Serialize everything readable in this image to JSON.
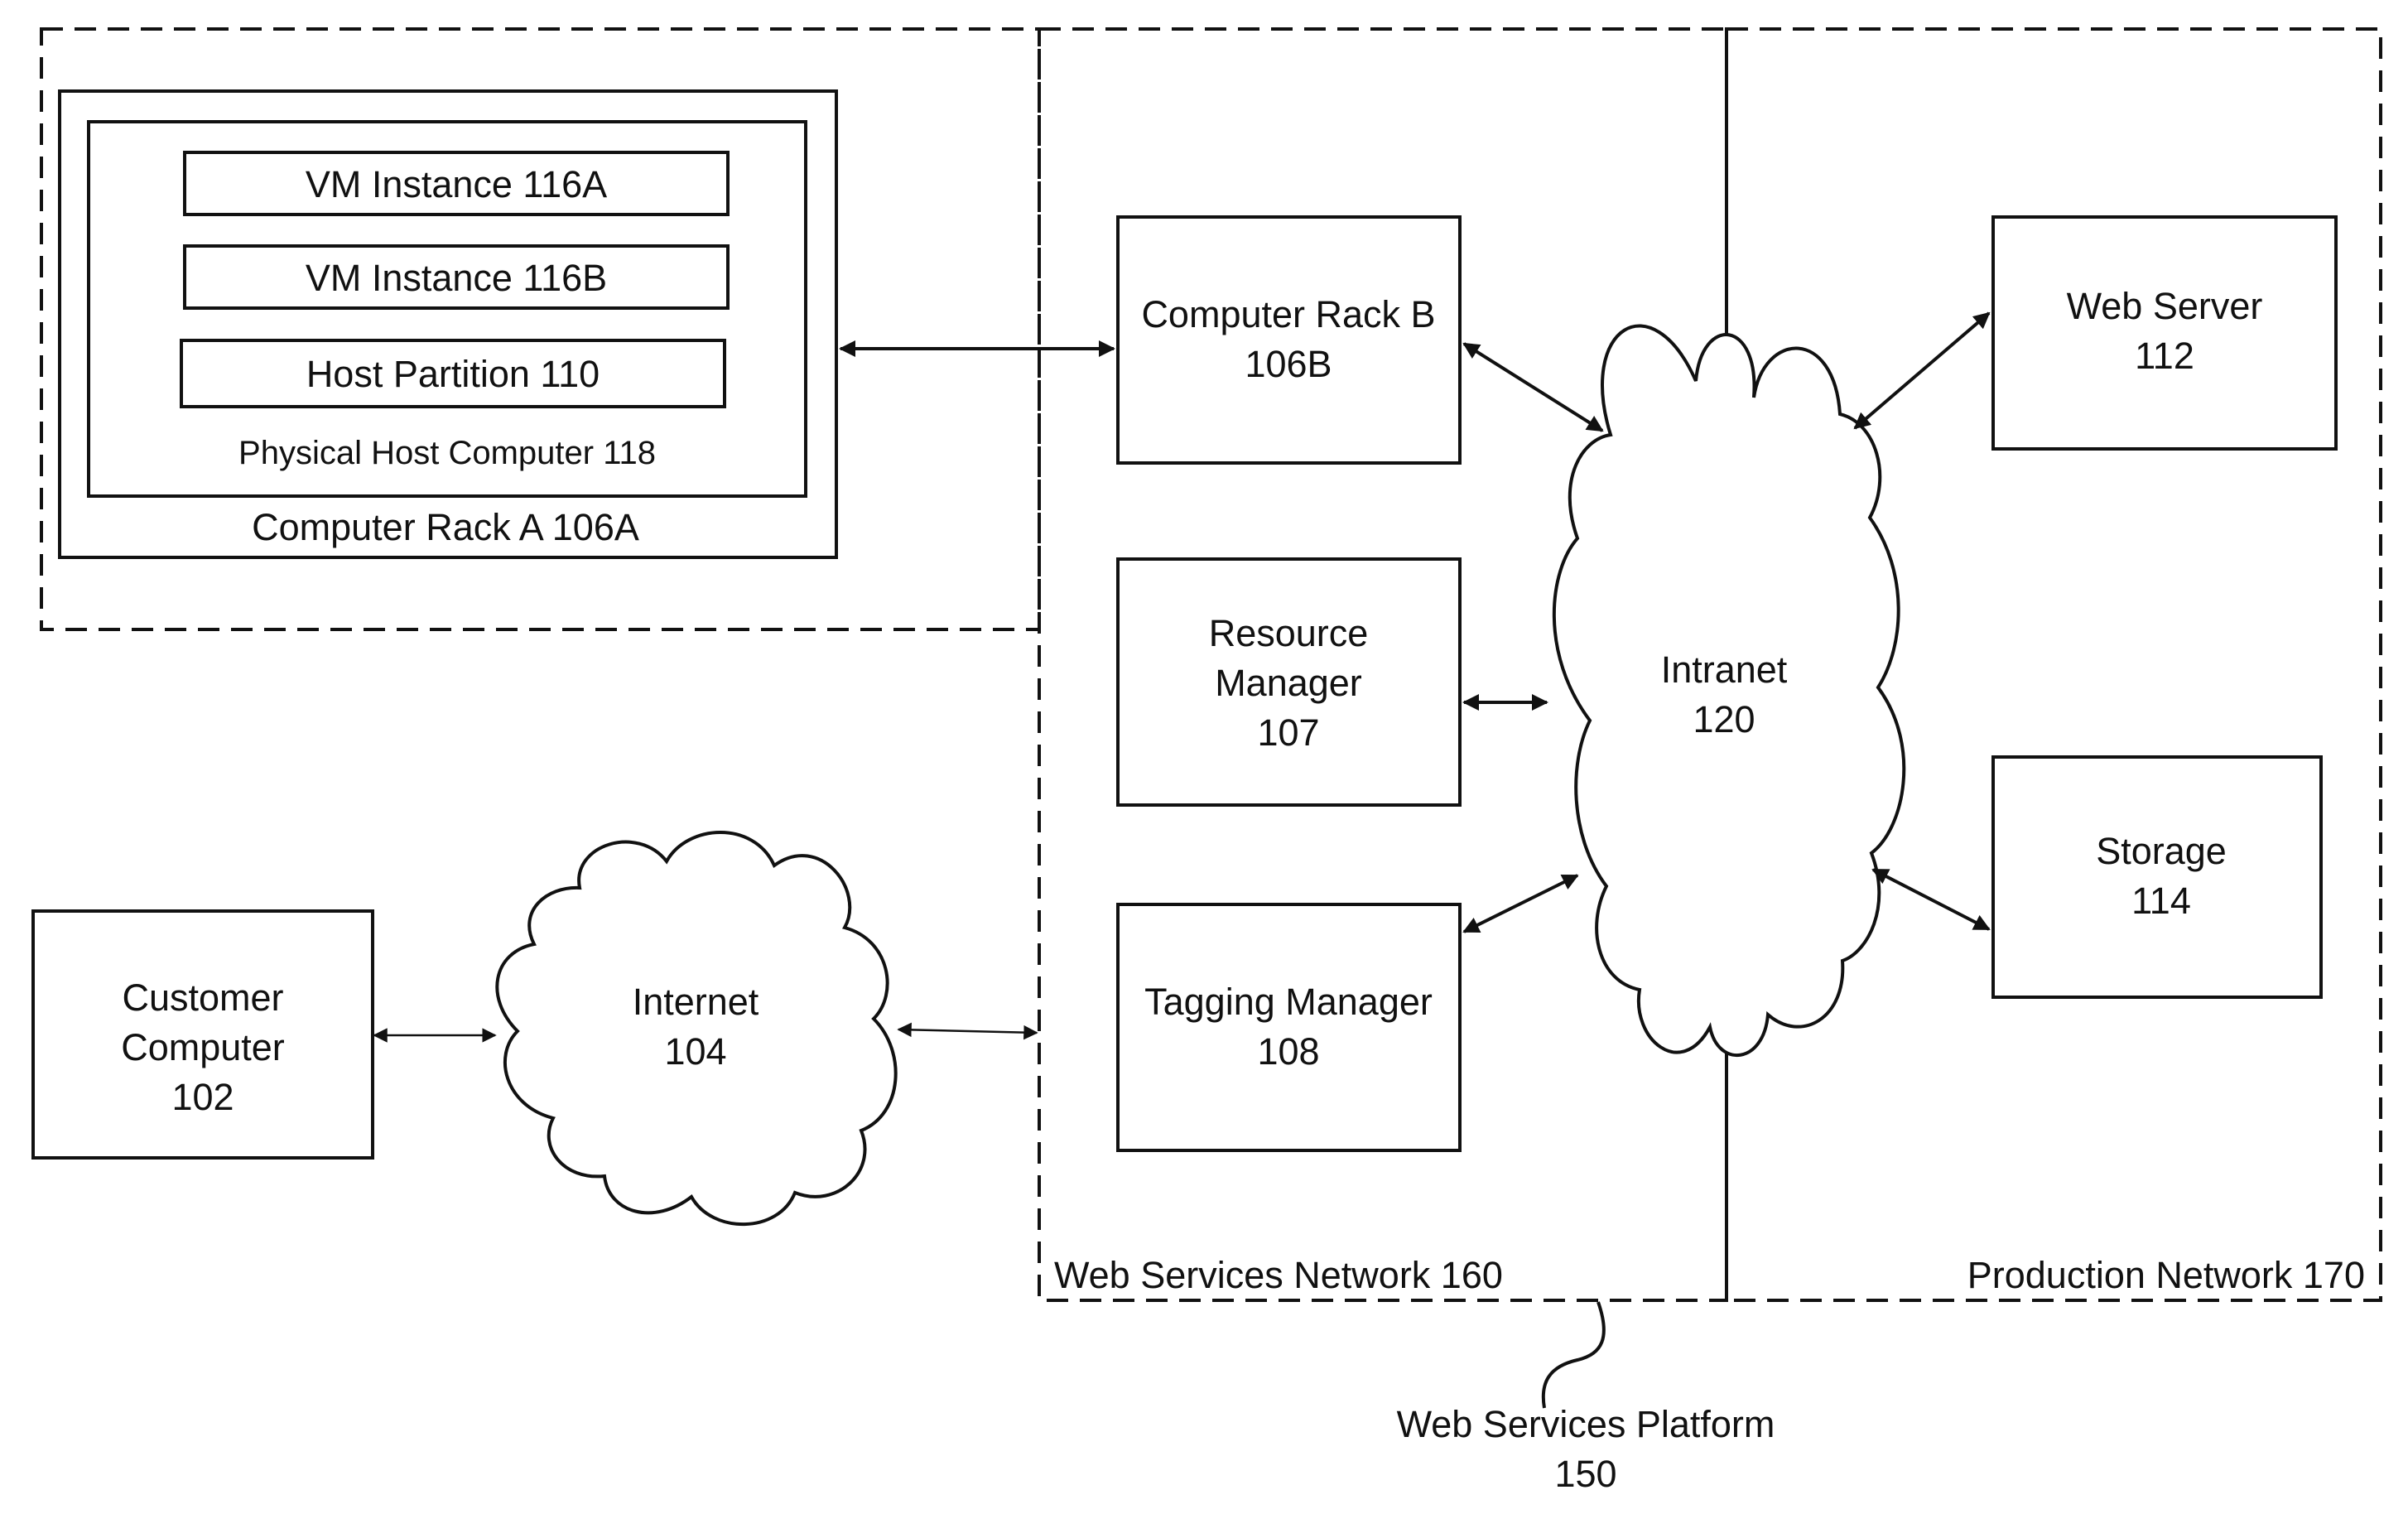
{
  "vm_instance_a": "VM Instance 116A",
  "vm_instance_b": "VM Instance 116B",
  "host_partition": "Host Partition 110",
  "physical_host": "Physical Host Computer 118",
  "rack_a": "Computer Rack A 106A",
  "rack_b": {
    "line1": "Computer Rack B",
    "line2": "106B"
  },
  "resource_manager": {
    "line1": "Resource",
    "line2": "Manager",
    "line3": "107"
  },
  "tagging_manager": {
    "line1": "Tagging Manager",
    "line2": "108"
  },
  "intranet": {
    "line1": "Intranet",
    "line2": "120"
  },
  "web_server": {
    "line1": "Web Server",
    "line2": "112"
  },
  "storage": {
    "line1": "Storage",
    "line2": "114"
  },
  "customer_computer": {
    "line1": "Customer",
    "line2": "Computer",
    "line3": "102"
  },
  "internet": {
    "line1": "Internet",
    "line2": "104"
  },
  "web_services_network": "Web Services Network 160",
  "production_network": "Production Network 170",
  "platform": {
    "line1": "Web Services Platform",
    "line2": "150"
  }
}
